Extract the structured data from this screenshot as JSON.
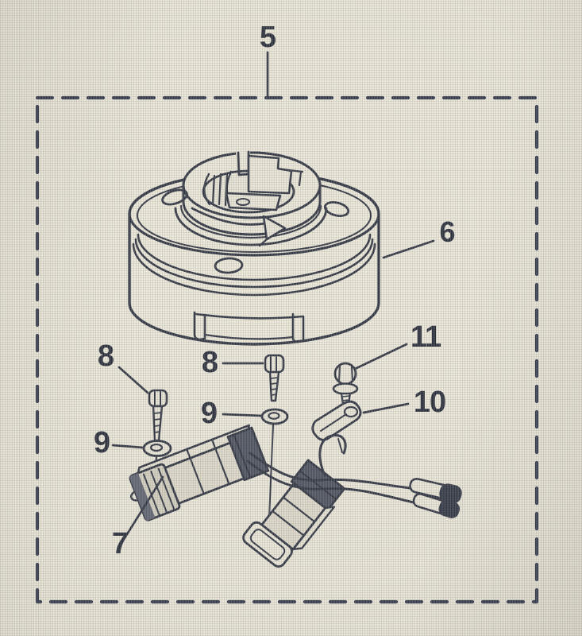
{
  "figure": {
    "type": "exploded-parts-diagram",
    "callouts": {
      "c5": "5",
      "c6": "6",
      "c7": "7",
      "c8a": "8",
      "c8b": "8",
      "c9a": "9",
      "c9b": "9",
      "c10": "10",
      "c11": "11"
    },
    "colors": {
      "ink": "#2d3240",
      "paper_center": "#ebe8da",
      "paper_edge": "#a5a29a",
      "dark_fill": "#3f4453"
    }
  }
}
